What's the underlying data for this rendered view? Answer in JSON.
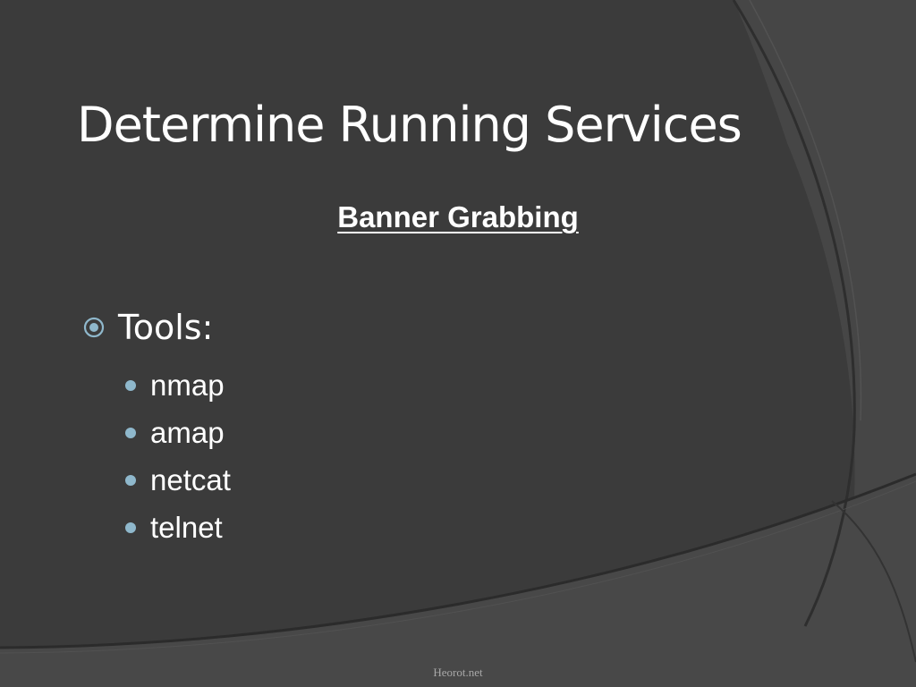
{
  "slide": {
    "title": "Determine Running Services",
    "subtitle": "Banner Grabbing",
    "bullet": {
      "label": "Tools:",
      "items": [
        {
          "label": "nmap"
        },
        {
          "label": "amap"
        },
        {
          "label": "netcat"
        },
        {
          "label": "telnet"
        }
      ]
    },
    "footer": "Heorot.net"
  },
  "colors": {
    "background": "#3b3b3b",
    "text": "#ffffff",
    "bullet_accent": "#8fb8cc",
    "footer_text": "#a8a8a8"
  },
  "icons": {
    "level1_bullet": "circle-dot-icon",
    "level2_bullet": "dot-icon"
  }
}
